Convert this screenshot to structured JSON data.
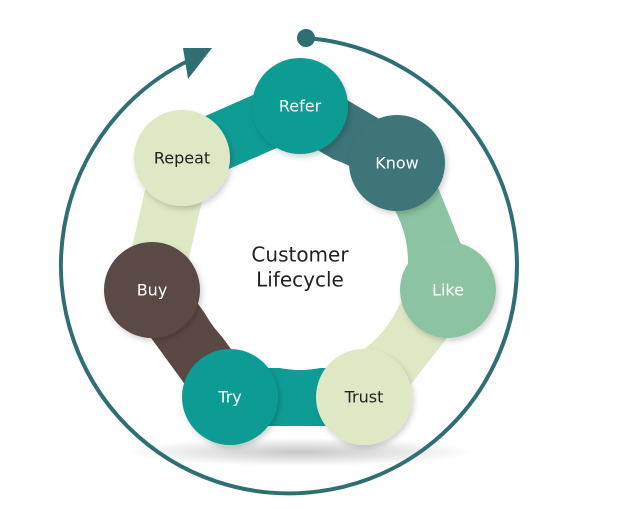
{
  "center": {
    "line1": "Customer",
    "line2": "Lifecycle"
  },
  "stages": [
    {
      "label": "Refer",
      "color": "#0f9c94",
      "text_color": "#ffffff"
    },
    {
      "label": "Know",
      "color": "#3c7479",
      "text_color": "#ffffff"
    },
    {
      "label": "Like",
      "color": "#8cc4a3",
      "text_color": "#ffffff"
    },
    {
      "label": "Trust",
      "color": "#dfe8c5",
      "text_color": "#222222"
    },
    {
      "label": "Try",
      "color": "#0f9c94",
      "text_color": "#ffffff"
    },
    {
      "label": "Buy",
      "color": "#5a4845",
      "text_color": "#ffffff"
    },
    {
      "label": "Repeat",
      "color": "#dfe8c5",
      "text_color": "#222222"
    }
  ],
  "colors": {
    "cycle_arrow": "#2f6f73",
    "shadow": "#bdbdbd"
  },
  "icons": {
    "arrow_head": "arrow-head-icon",
    "arrow_start": "arrow-start-dot-icon"
  }
}
